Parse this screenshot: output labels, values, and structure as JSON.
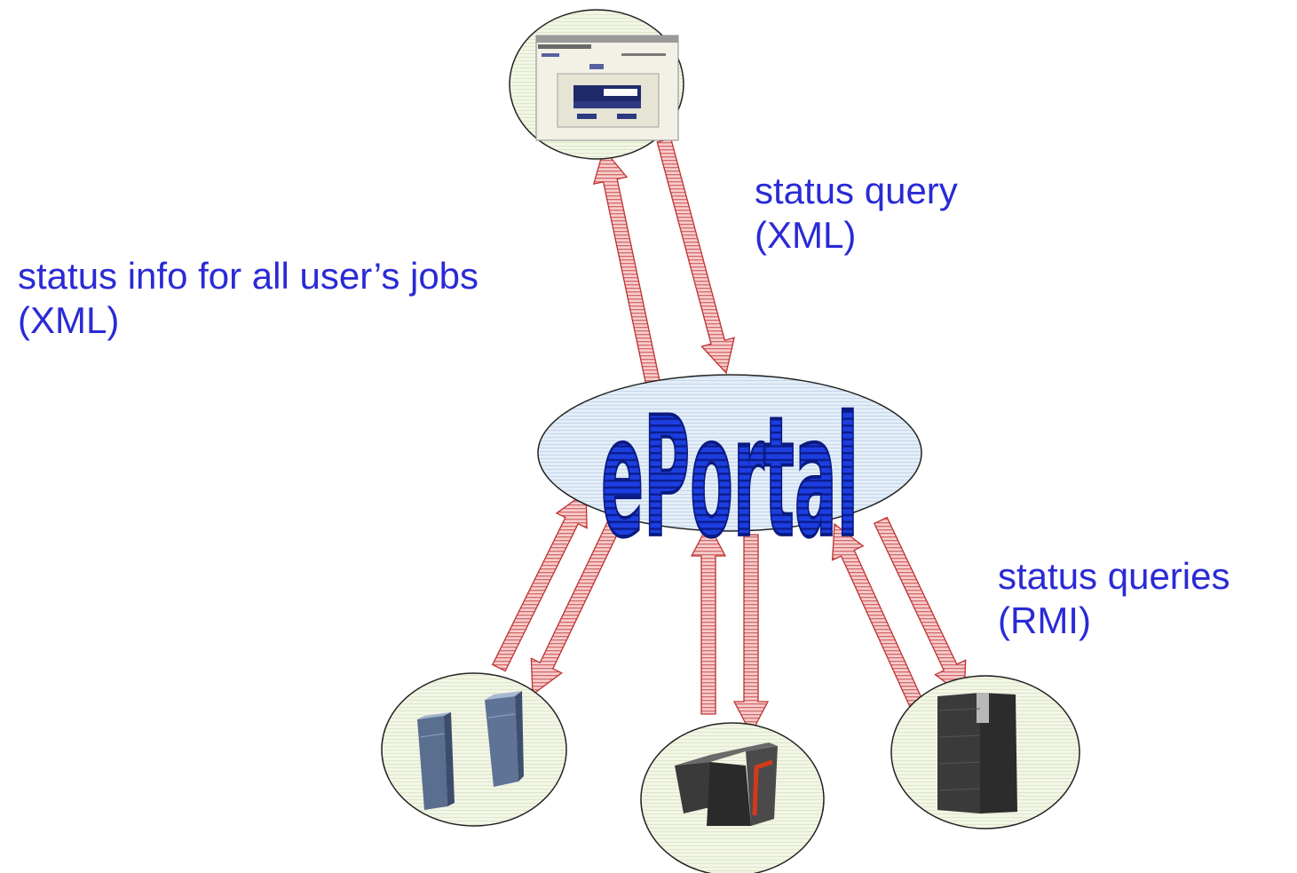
{
  "labels": {
    "status_query": [
      "status query",
      "(XML)"
    ],
    "status_info": [
      "status info for all user’s jobs",
      "(XML)"
    ],
    "status_queries": [
      "status queries",
      "(RMI)"
    ]
  },
  "center": {
    "title": "ePortal"
  },
  "colors": {
    "label_text": "#2a2ad6",
    "ellipse_fill": "#dfeaf6",
    "arrow_fill": "#f4b6b6",
    "arrow_stroke": "#c03030",
    "title_fill": "#1a3fd6",
    "node_fill": "#eef3e2"
  },
  "icons": {
    "top": "web-browser-screenshot-icon",
    "bottom_left": "server-towers-icon",
    "bottom_center": "supercomputer-icon",
    "bottom_right": "server-rack-icon"
  }
}
